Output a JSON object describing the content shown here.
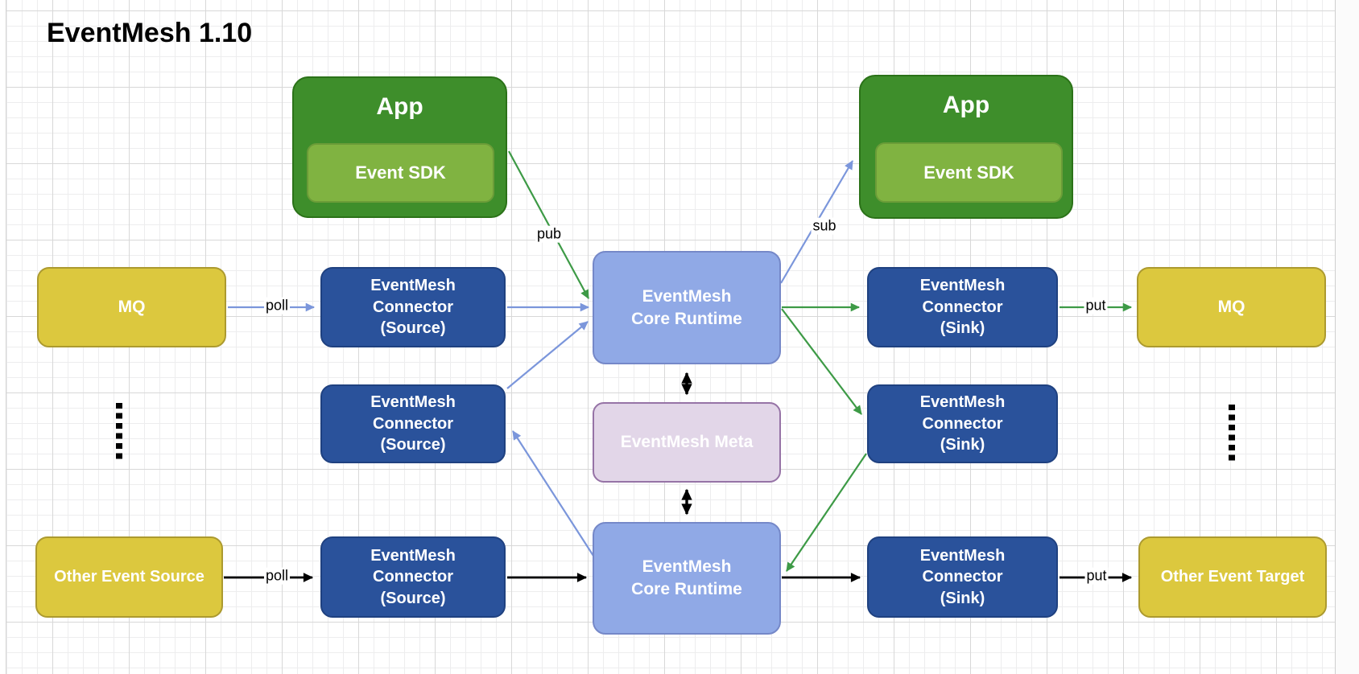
{
  "title": "EventMesh 1.10",
  "nodes": {
    "app_left": {
      "title": "App",
      "sdk": "Event SDK"
    },
    "app_right": {
      "title": "App",
      "sdk": "Event SDK"
    },
    "mq_left": {
      "label": "MQ"
    },
    "mq_right": {
      "label": "MQ"
    },
    "other_event_source": {
      "label": "Other Event Source"
    },
    "other_event_target": {
      "label": "Other Event Target"
    },
    "source_connector_top": {
      "label": "EventMesh\nConnector\n(Source)"
    },
    "source_connector_middle": {
      "label": "EventMesh\nConnector\n(Source)"
    },
    "source_connector_bottom": {
      "label": "EventMesh\nConnector\n(Source)"
    },
    "sink_connector_top": {
      "label": "EventMesh\nConnector\n(Sink)"
    },
    "sink_connector_middle": {
      "label": "EventMesh\nConnector\n(Sink)"
    },
    "sink_connector_bottom": {
      "label": "EventMesh\nConnector\n(Sink)"
    },
    "core_runtime_top": {
      "label": "EventMesh\nCore Runtime"
    },
    "core_runtime_bottom": {
      "label": "EventMesh\nCore Runtime"
    },
    "meta": {
      "label": "EventMesh Meta"
    }
  },
  "edge_labels": {
    "pub": "pub",
    "sub": "sub",
    "poll_top": "poll",
    "poll_bottom": "poll",
    "put_top": "put",
    "put_bottom": "put"
  },
  "colors": {
    "app_green": "#3e8e2b",
    "sdk_green": "#80b341",
    "connector_blue": "#2a529b",
    "runtime_blue": "#90a9e6",
    "meta_purple": "#e2d6e8",
    "mq_yellow": "#dcc83e",
    "edge_blue": "#7b96db",
    "edge_green": "#3d9a46",
    "edge_black": "#000000"
  }
}
